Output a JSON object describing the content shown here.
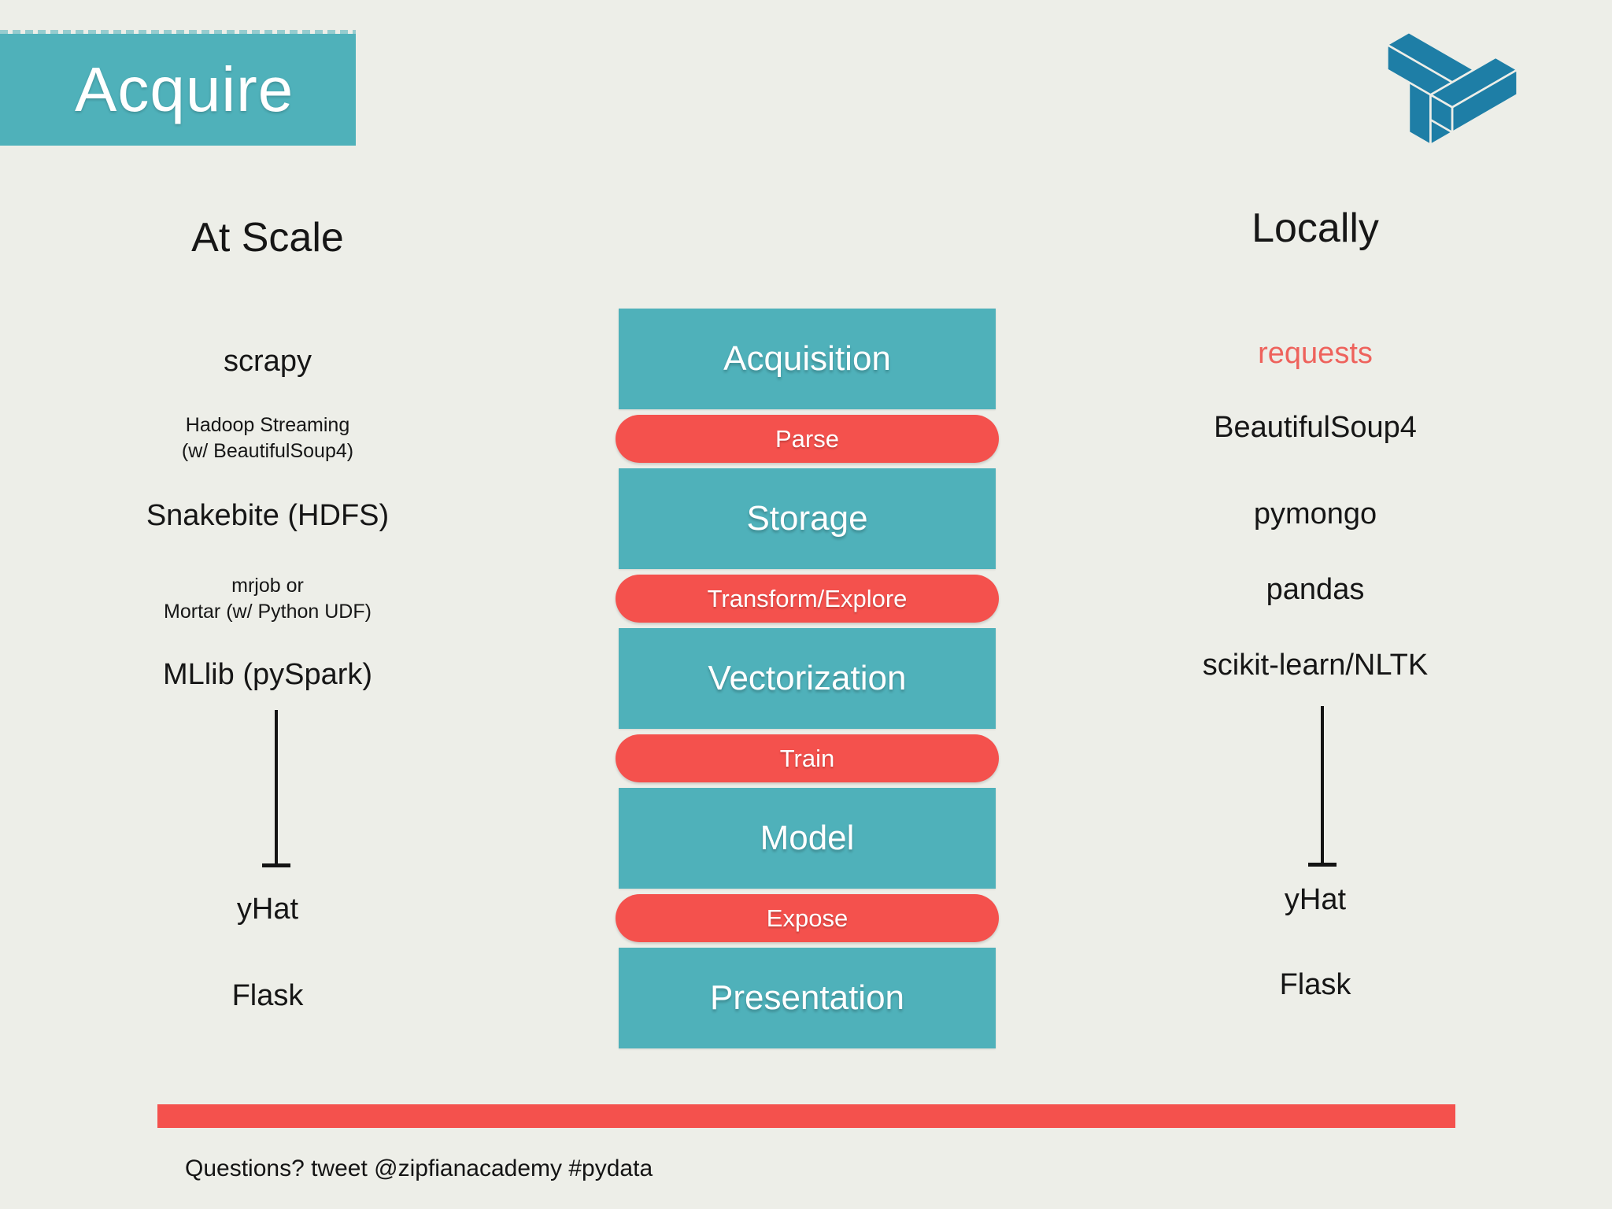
{
  "title": {
    "label": "Acquire"
  },
  "logo": {
    "name": "zipfian-academy-knot-logo",
    "color": "#1e7ea6"
  },
  "colors": {
    "background": "#edeee8",
    "teal": "#4fb1ba",
    "red": "#f4514d",
    "requests_red": "#ee625c",
    "text": "#161616"
  },
  "left_column": {
    "heading": "At Scale",
    "items": [
      {
        "text": "scrapy",
        "size": "large"
      },
      {
        "text": "Hadoop Streaming\n(w/ BeautifulSoup4)",
        "size": "small"
      },
      {
        "text": "Snakebite (HDFS)",
        "size": "large"
      },
      {
        "text": "mrjob or\nMortar (w/ Python UDF)",
        "size": "small"
      },
      {
        "text": "MLlib (pySpark)",
        "size": "large"
      },
      {
        "text": "yHat",
        "size": "large"
      },
      {
        "text": "Flask",
        "size": "large"
      }
    ]
  },
  "right_column": {
    "heading": "Locally",
    "items": [
      {
        "text": "requests",
        "size": "large",
        "accent": true
      },
      {
        "text": "BeautifulSoup4",
        "size": "large"
      },
      {
        "text": "pymongo",
        "size": "large"
      },
      {
        "text": "pandas",
        "size": "large"
      },
      {
        "text": "scikit-learn/NLTK",
        "size": "large"
      },
      {
        "text": "yHat",
        "size": "large"
      },
      {
        "text": "Flask",
        "size": "large"
      }
    ]
  },
  "pipeline": {
    "rows": [
      {
        "type": "stage",
        "label": "Acquisition"
      },
      {
        "type": "transition",
        "label": "Parse"
      },
      {
        "type": "stage",
        "label": "Storage"
      },
      {
        "type": "transition",
        "label": "Transform/Explore"
      },
      {
        "type": "stage",
        "label": "Vectorization"
      },
      {
        "type": "transition",
        "label": "Train"
      },
      {
        "type": "stage",
        "label": "Model"
      },
      {
        "type": "transition",
        "label": "Expose"
      },
      {
        "type": "stage",
        "label": "Presentation"
      }
    ]
  },
  "footer": {
    "text": "Questions? tweet @zipfianacademy #pydata"
  }
}
